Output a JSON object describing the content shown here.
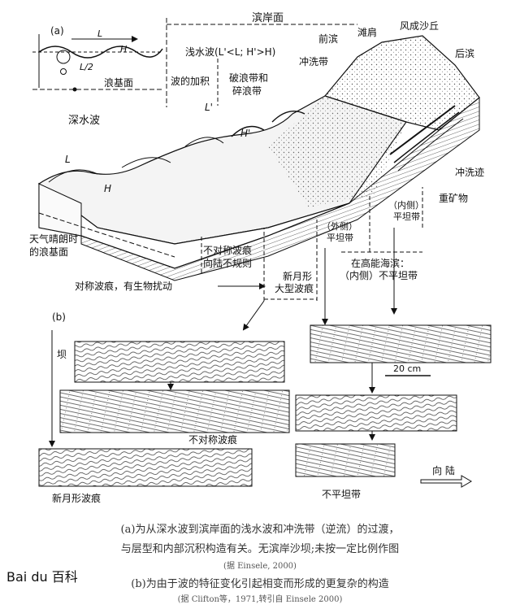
{
  "panel_a": {
    "tag": "(a)",
    "coast_zone": "滨岸面",
    "backshore_berm": "滩肩",
    "dunes": "风成沙丘",
    "foreshore": "前滨",
    "backshore": "后滨",
    "swash_zone": "冲洗带",
    "shallow_wave": "浅水波(L'<L; H'>H)",
    "wave_addition": "波的加积",
    "breaker_1": "破浪带和",
    "breaker_2": "碎浪带",
    "deep_wave": "深水波",
    "inset_L": "L",
    "inset_H": "H",
    "inset_L2": "L/2",
    "wave_base": "浪基面",
    "block_L": "L",
    "block_H": "H",
    "wave_L_prime": "L'",
    "wave_H_prime": "H'",
    "swash_marks": "冲洗迹",
    "heavy_minerals": "重矿物",
    "inner_1": "（内侧）",
    "inner_2": "平坦带",
    "outer_1": "（外侧）",
    "outer_2": "平坦带",
    "fair_base_1": "天气晴朗时",
    "fair_base_2": "的浪基面",
    "asym_1": "不对称波痕",
    "asym_2": "向陆不规则",
    "high_energy_1": "在高能海滨：",
    "high_energy_2": "（内侧）不平坦带",
    "lunate_1": "新月形",
    "lunate_2": "大型波痕",
    "sym_ripples": "对称波痕，有生物扰动"
  },
  "panel_b": {
    "tag": "(b)",
    "bar": "坝",
    "scale": "20 cm",
    "asym": "不对称波痕",
    "lunate": "新月形波痕",
    "uneven": "不平坦带",
    "landward": "向 陆"
  },
  "caption": {
    "line1": "(a)为从深水波到滨岸面的浅水波和冲洗带（逆流）的过渡，",
    "line2": "与层型和内部沉积构造有关。无滨岸沙坝;未按一定比例作图",
    "line3": "(据 Einsele, 2000)",
    "line4": "(b)为由于波的特征变化引起相变而形成的更复杂的构造",
    "line5": "(据 Clifton等，1971,转引自 Einsele 2000)"
  },
  "watermark": "Bai du 百科"
}
